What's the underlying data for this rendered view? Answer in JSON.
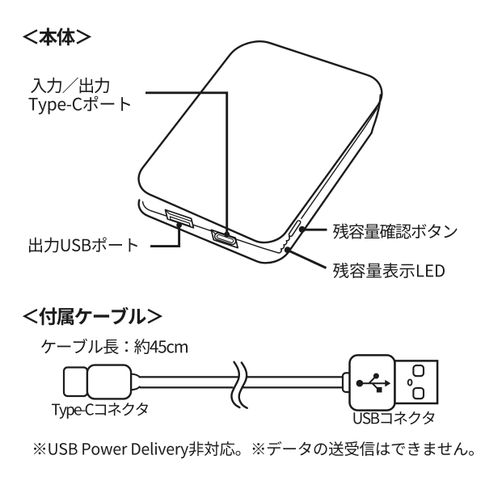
{
  "colors": {
    "background": "#ffffff",
    "ink": "#1b1b1b"
  },
  "body_section": {
    "heading": "＜本体＞",
    "device_labels": {
      "typec_port_line1": "入力／出力",
      "typec_port_line2": "Type-Cポート",
      "usb_out_port": "出力USBポート",
      "capacity_check_button": "残容量確認ボタン",
      "capacity_led": "残容量表示LED"
    }
  },
  "cable_section": {
    "heading": "＜付属ケーブル＞",
    "cable_length": "ケーブル長：約45cm",
    "typec_connector": "Type-Cコネクタ",
    "usb_connector": "USBコネクタ"
  },
  "footnote": "※USB Power Delivery非対応。※データの送受信はできません。"
}
